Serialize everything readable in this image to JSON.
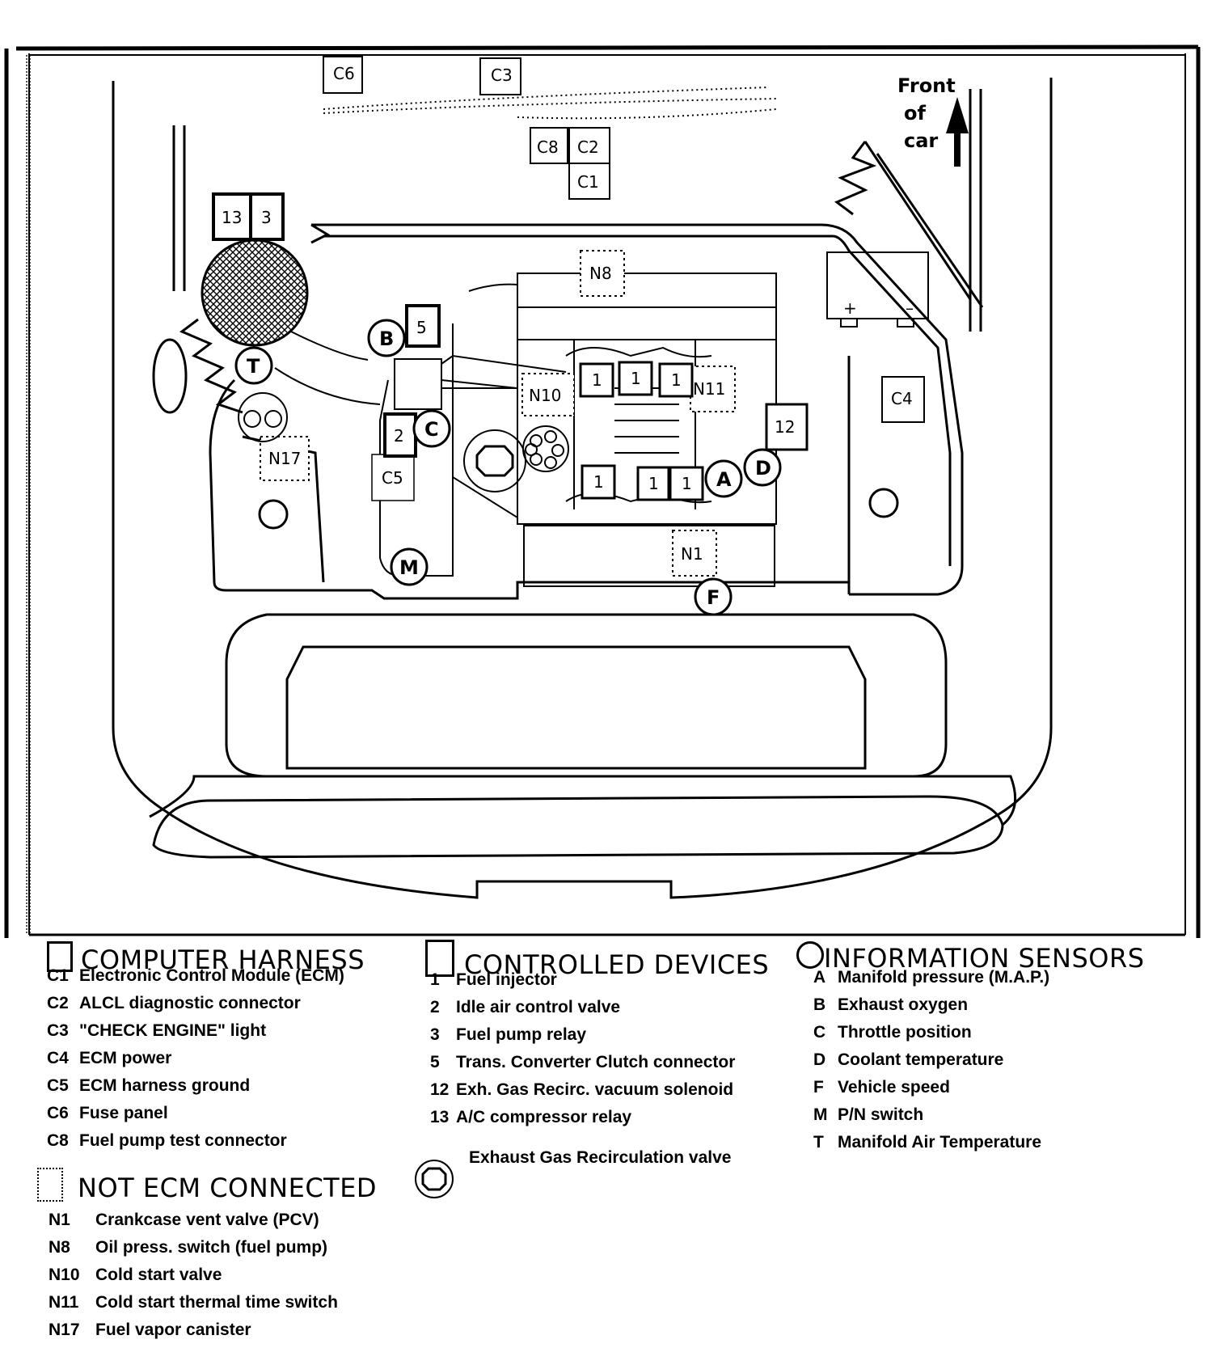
{
  "diagram": {
    "front_label_line1": "Front",
    "front_label_line2": "of",
    "front_label_line3": "car",
    "labels": {
      "c6": "C6",
      "c3": "C3",
      "c8": "C8",
      "c2": "C2",
      "c1": "C1",
      "r13": "13",
      "r3": "3",
      "n8": "N8",
      "b": "B",
      "r5": "5",
      "t": "T",
      "n10": "N10",
      "n11": "N11",
      "c4": "C4",
      "r12": "12",
      "r2": "2",
      "c": "C",
      "n17": "N17",
      "c5": "C5",
      "a": "A",
      "d": "D",
      "n1": "N1",
      "m": "M",
      "f": "F",
      "inj": "1",
      "plus": "+",
      "minus": "–"
    }
  },
  "legend": {
    "computer_harness": {
      "title": "COMPUTER HARNESS",
      "items": [
        {
          "code": "C1",
          "desc": "Electronic Control Module (ECM)"
        },
        {
          "code": "C2",
          "desc": "ALCL diagnostic connector"
        },
        {
          "code": "C3",
          "desc": "\"CHECK ENGINE\" light"
        },
        {
          "code": "C4",
          "desc": "ECM power"
        },
        {
          "code": "C5",
          "desc": "ECM harness ground"
        },
        {
          "code": "C6",
          "desc": "Fuse panel"
        },
        {
          "code": "C8",
          "desc": "Fuel pump test connector"
        }
      ]
    },
    "controlled_devices": {
      "title": "CONTROLLED DEVICES",
      "items": [
        {
          "code": "1",
          "desc": "Fuel injector"
        },
        {
          "code": "2",
          "desc": "Idle air control valve"
        },
        {
          "code": "3",
          "desc": "Fuel pump relay"
        },
        {
          "code": "5",
          "desc": "Trans. Converter Clutch connector"
        },
        {
          "code": "12",
          "desc": "Exh. Gas Recirc. vacuum solenoid"
        },
        {
          "code": "13",
          "desc": "A/C compressor relay"
        }
      ],
      "egr_label": "Exhaust Gas Recirculation valve"
    },
    "information_sensors": {
      "title": "INFORMATION SENSORS",
      "items": [
        {
          "code": "A",
          "desc": "Manifold pressure (M.A.P.)"
        },
        {
          "code": "B",
          "desc": "Exhaust oxygen"
        },
        {
          "code": "C",
          "desc": "Throttle position"
        },
        {
          "code": "D",
          "desc": "Coolant temperature"
        },
        {
          "code": "F",
          "desc": "Vehicle speed"
        },
        {
          "code": "M",
          "desc": "P/N switch"
        },
        {
          "code": "T",
          "desc": "Manifold Air Temperature"
        }
      ]
    },
    "not_ecm_connected": {
      "title": "NOT ECM CONNECTED",
      "items": [
        {
          "code": "N1",
          "desc": "Crankcase vent valve (PCV)"
        },
        {
          "code": "N8",
          "desc": "Oil press. switch (fuel pump)"
        },
        {
          "code": "N10",
          "desc": "Cold start valve"
        },
        {
          "code": "N11",
          "desc": "Cold start thermal time switch"
        },
        {
          "code": "N17",
          "desc": "Fuel vapor canister"
        }
      ]
    }
  }
}
